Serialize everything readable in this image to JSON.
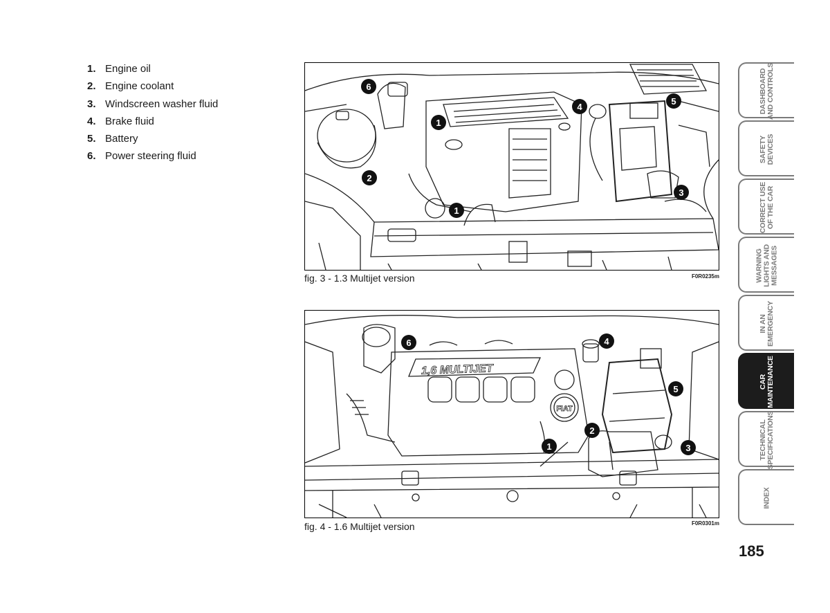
{
  "legend": [
    {
      "num": "1.",
      "label": "Engine oil"
    },
    {
      "num": "2.",
      "label": "Engine coolant"
    },
    {
      "num": "3.",
      "label": "Windscreen washer fluid"
    },
    {
      "num": "4.",
      "label": "Brake fluid"
    },
    {
      "num": "5.",
      "label": "Battery"
    },
    {
      "num": "6.",
      "label": "Power steering fluid"
    }
  ],
  "figures": {
    "fig3": {
      "caption": "fig. 3 - 1.3 Multijet version",
      "code": "F0R0235m",
      "markers": [
        "6",
        "4",
        "5",
        "1",
        "2",
        "1",
        "3"
      ]
    },
    "fig4": {
      "caption": "fig. 4 - 1.6 Multijet version",
      "code": "F0R0301m",
      "engine_text": "1,6 MULTIJET",
      "logo_text": "FIAT",
      "markers": [
        "6",
        "4",
        "5",
        "2",
        "1",
        "3"
      ]
    }
  },
  "tabs": [
    {
      "label": "DASHBOARD\nAND CONTROLS",
      "active": false
    },
    {
      "label": "SAFETY\nDEVICES",
      "active": false
    },
    {
      "label": "CORRECT USE\nOF THE CAR",
      "active": false
    },
    {
      "label": "WARNING\nLIGHTS AND\nMESSAGES",
      "active": false
    },
    {
      "label": "IN AN\nEMERGENCY",
      "active": false
    },
    {
      "label": "CAR\nMAINTENANCE",
      "active": true
    },
    {
      "label": "TECHNICAL\nSPECIFICATIONS",
      "active": false
    },
    {
      "label": "INDEX",
      "active": false
    }
  ],
  "page_number": "185",
  "colors": {
    "active_tab": "#1c1c1c",
    "tab_border": "#7a7a7a"
  }
}
